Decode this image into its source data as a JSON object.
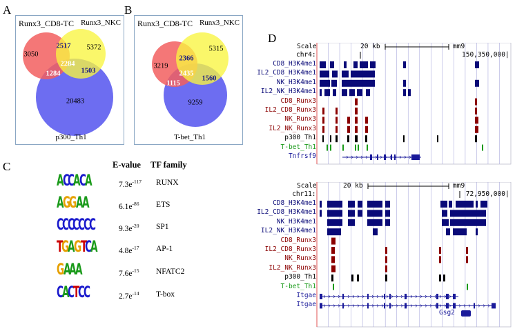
{
  "panels": {
    "a": "A",
    "b": "B",
    "c": "C",
    "d": "D"
  },
  "colors": {
    "red": "#f06a6a",
    "yellow": "#f7f24a",
    "blue": "#6d6df2",
    "navy": "#0a0a78",
    "maroon": "#8b0000",
    "black": "#000000",
    "green": "#1a9a1a",
    "gene": "#1a1a9a",
    "gridline": "#aaaadd"
  },
  "venn_a": {
    "left_title": "Runx3_CD8-TC",
    "right_title": "Runx3_NKC",
    "bottom_label": "p300_Th1",
    "numbers": {
      "red_only": "3050",
      "red_yellow": "2517",
      "yellow_only": "5372",
      "center": "2284",
      "red_blue": "1284",
      "yellow_blue": "1503",
      "blue_only": "20483"
    }
  },
  "venn_b": {
    "left_title": "Runx3_CD8-TC",
    "right_title": "Runx3_NKC",
    "bottom_label": "T-bet_Th1",
    "numbers": {
      "red_only": "3219",
      "red_yellow": "2366",
      "yellow_only": "5315",
      "center": "2435",
      "red_blue": "1115",
      "yellow_blue": "1560",
      "blue_only": "9259"
    }
  },
  "motifs": {
    "header_evalue": "E-value",
    "header_family": "TF family",
    "rows": [
      {
        "logo": "ACCACA",
        "mantissa": "7.3e",
        "exponent": "-117",
        "family": "RUNX"
      },
      {
        "logo": "AGGAA",
        "mantissa": "6.1e",
        "exponent": "-86",
        "family": "ETS"
      },
      {
        "logo": "CCCCCCC",
        "mantissa": "9.3e",
        "exponent": "-20",
        "family": "SP1"
      },
      {
        "logo": "TGAGTCA",
        "mantissa": "4.8e",
        "exponent": "-17",
        "family": "AP-1"
      },
      {
        "logo": "GAAA",
        "mantissa": "7.6e",
        "exponent": "-15",
        "family": "NFATC2"
      },
      {
        "logo": "CACTCC",
        "mantissa": "2.7e",
        "exponent": "-14",
        "family": "T-box"
      }
    ]
  },
  "browser_top": {
    "scale_label": "Scale",
    "chrom_label": "chr4:",
    "scale_text": "20 kb",
    "assembly": "mm9",
    "coordinate": "150,350,000|",
    "tracks": [
      "CD8_H3K4me1",
      "IL2_CD8_H3K4me1",
      "NK_H3K4me1",
      "IL2_NK_H3K4me1",
      "CD8_Runx3",
      "IL2_CD8_Runx3",
      "NK_Runx3",
      "IL2_NK_Runx3",
      "p300_Th1",
      "T-bet_Th1",
      "Tnfrsf9"
    ]
  },
  "browser_bottom": {
    "scale_label": "Scale",
    "chrom_label": "chr11:",
    "scale_text": "20 kb",
    "assembly": "mm9",
    "coordinate": "72,950,000|",
    "tracks": [
      "CD8_H3K4me1",
      "IL2_CD8_H3K4me1",
      "NK_H3K4me1",
      "IL2_NK_H3K4me1",
      "CD8_Runx3",
      "IL2_CD8_Runx3",
      "NK_Runx3",
      "IL2_NK_Runx3",
      "p300_Th1",
      "T-bet_Th1",
      "Itgae",
      "Itgae"
    ],
    "extra_gene": "Gsg2"
  }
}
